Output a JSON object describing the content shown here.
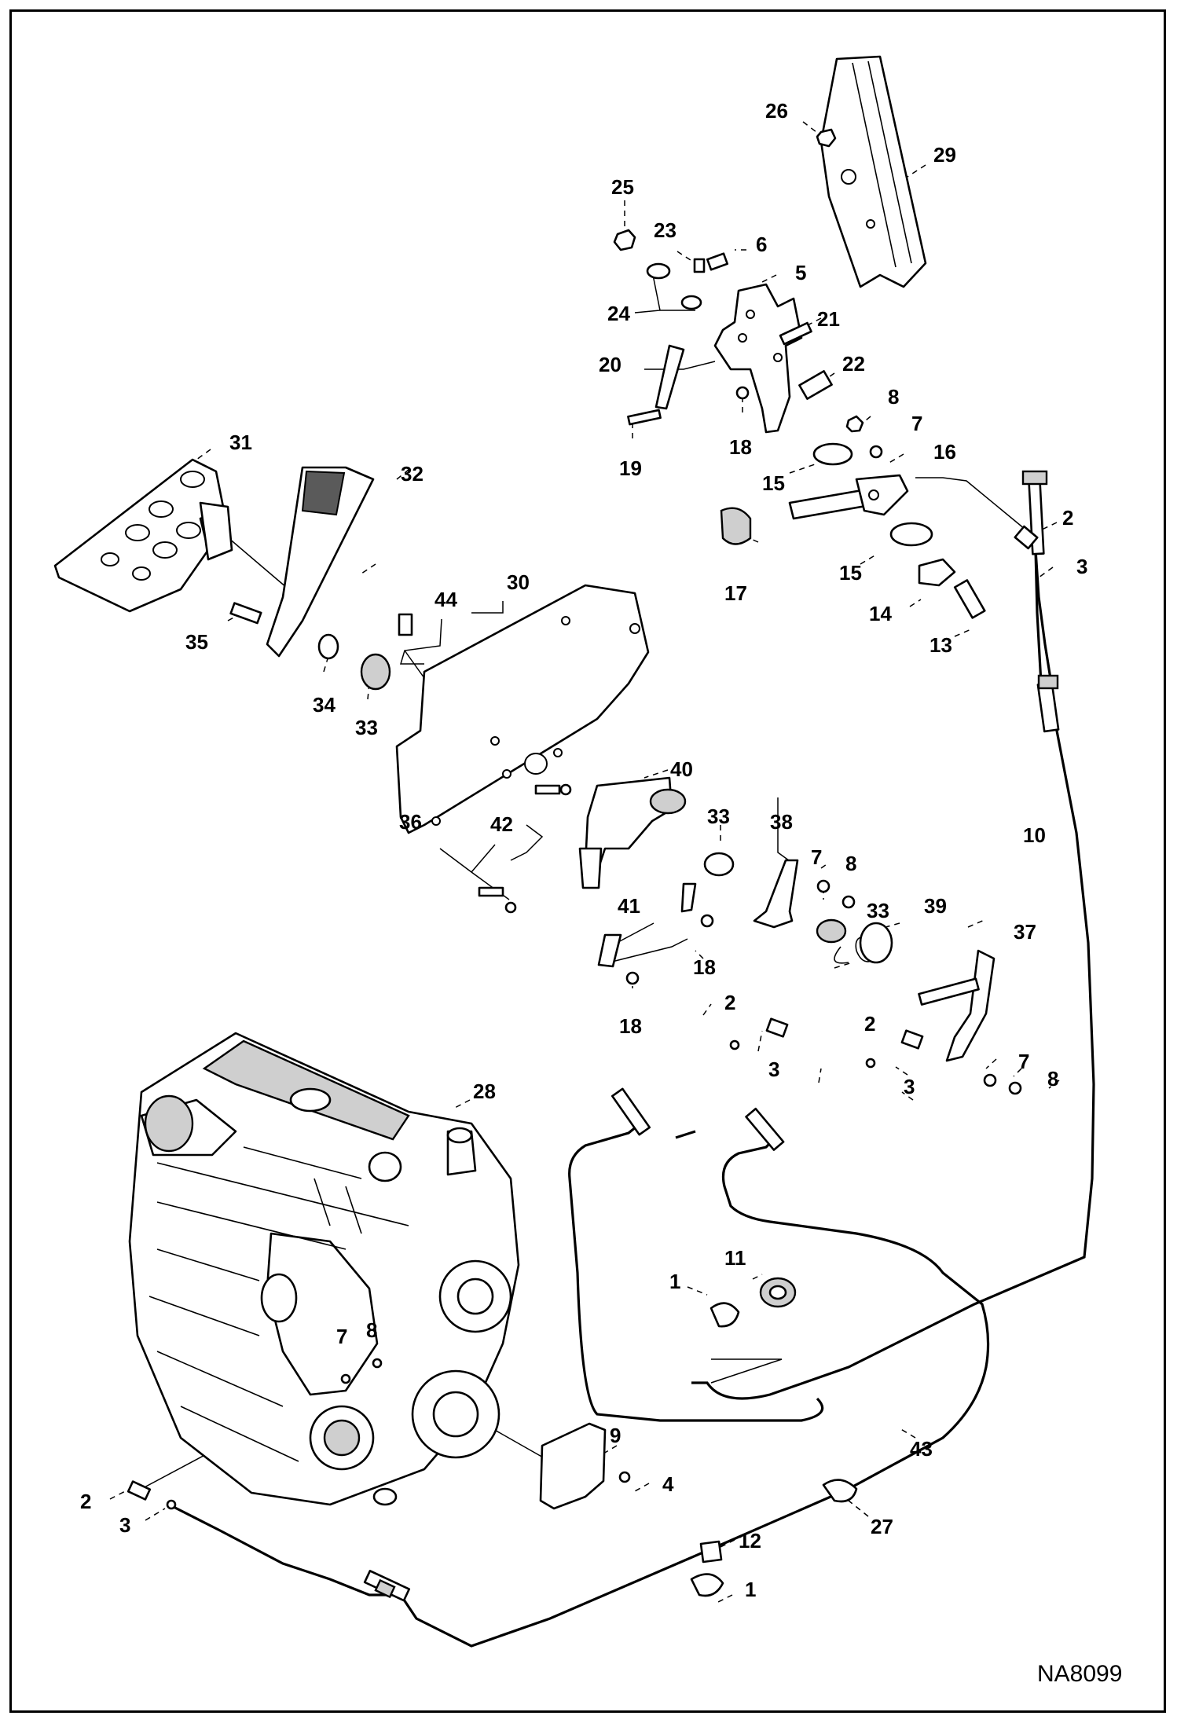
{
  "diagram": {
    "drawing_code": "NA8099",
    "callouts": [
      "26",
      "29",
      "25",
      "23",
      "6",
      "5",
      "24",
      "21",
      "20",
      "22",
      "8",
      "19",
      "18",
      "7",
      "16",
      "15",
      "2",
      "17",
      "3",
      "15",
      "14",
      "13",
      "31",
      "32",
      "44",
      "30",
      "35",
      "34",
      "33",
      "10",
      "40",
      "33",
      "38",
      "36",
      "42",
      "7",
      "8",
      "33",
      "39",
      "37",
      "41",
      "18",
      "18",
      "2",
      "2",
      "3",
      "3",
      "7",
      "8",
      "28",
      "11",
      "1",
      "7",
      "8",
      "9",
      "43",
      "2",
      "4",
      "3",
      "27",
      "12",
      "1"
    ]
  }
}
